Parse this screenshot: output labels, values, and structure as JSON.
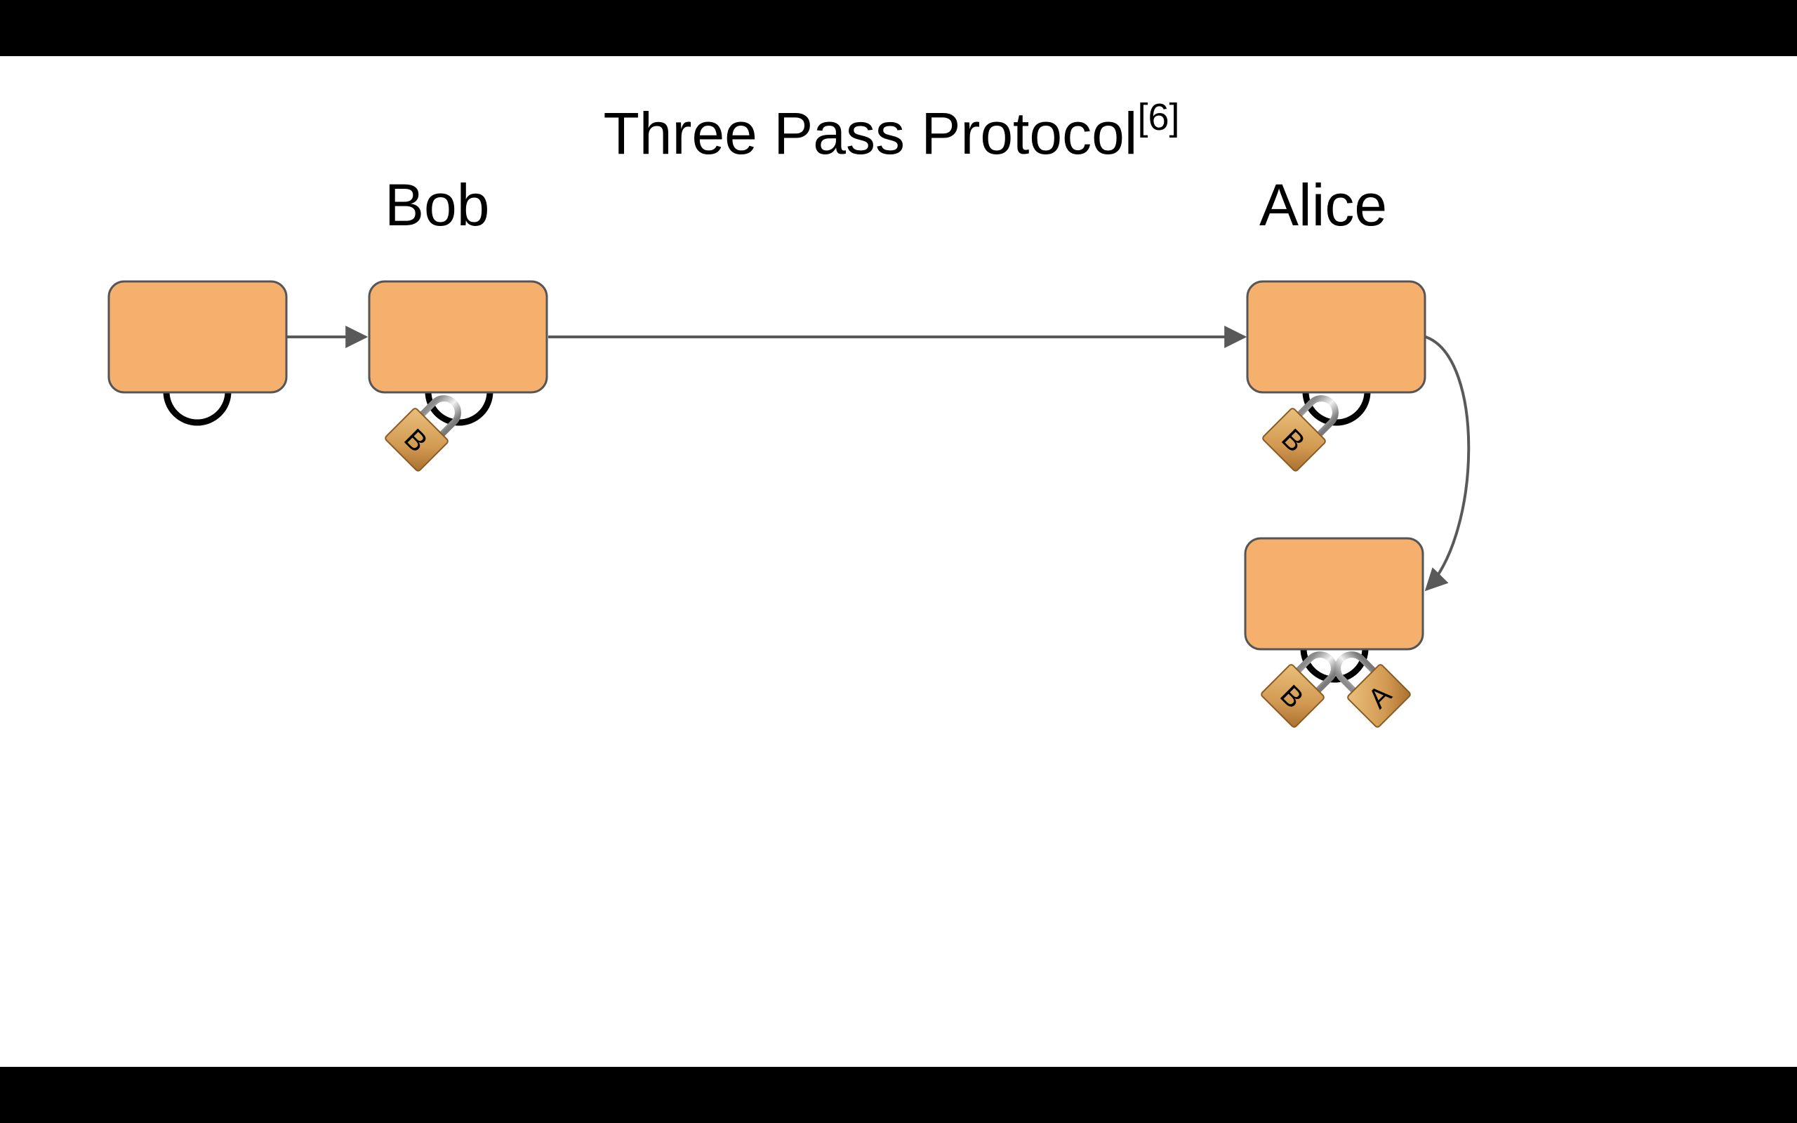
{
  "slide": {
    "title": "Three Pass Protocol",
    "title_ref": "[6]"
  },
  "parties": {
    "bob": "Bob",
    "alice": "Alice"
  },
  "locks": {
    "bob_lock_letter": "B",
    "alice_lock_letter": "A"
  },
  "colors": {
    "box_fill": "#F5B06D",
    "box_stroke": "#555555",
    "arrow": "#595959",
    "lock_body": "#D9A35B"
  }
}
